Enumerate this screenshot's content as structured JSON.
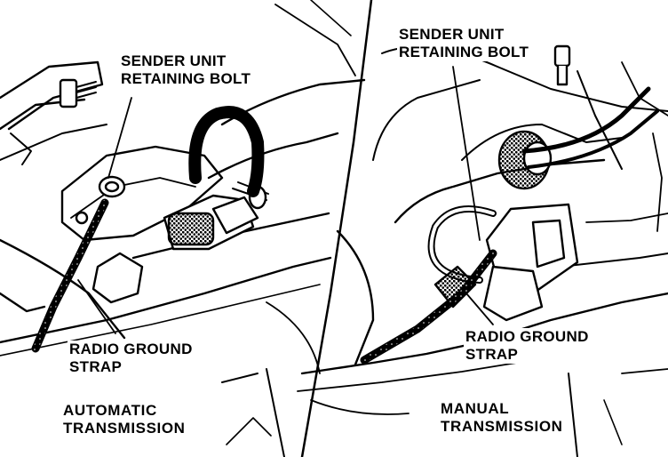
{
  "panels": [
    {
      "sender_label": [
        "SENDER UNIT",
        "RETAINING BOLT"
      ],
      "strap_label": [
        "RADIO GROUND",
        "STRAP"
      ],
      "caption": [
        "AUTOMATIC",
        "TRANSMISSION"
      ]
    },
    {
      "sender_label": [
        "SENDER UNIT",
        "RETAINING BOLT"
      ],
      "strap_label": [
        "RADIO GROUND",
        "STRAP"
      ],
      "caption": [
        "MANUAL",
        "TRANSMISSION"
      ]
    }
  ]
}
